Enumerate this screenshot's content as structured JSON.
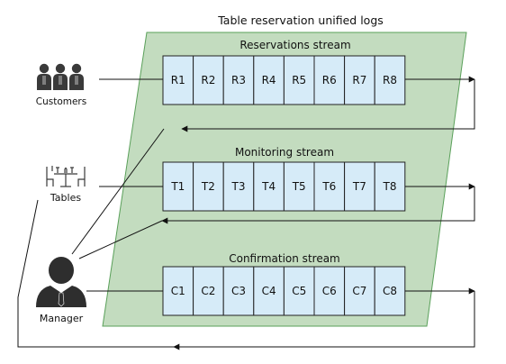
{
  "title": "Table reservation unified logs",
  "streams": [
    {
      "label": "Reservations stream",
      "cells": [
        "R1",
        "R2",
        "R3",
        "R4",
        "R5",
        "R6",
        "R7",
        "R8"
      ]
    },
    {
      "label": "Monitoring stream",
      "cells": [
        "T1",
        "T2",
        "T3",
        "T4",
        "T5",
        "T6",
        "T7",
        "T8"
      ]
    },
    {
      "label": "Confirmation stream",
      "cells": [
        "C1",
        "C2",
        "C3",
        "C4",
        "C5",
        "C6",
        "C7",
        "C8"
      ]
    }
  ],
  "actors": {
    "customers": {
      "label": "Customers",
      "icon": "customers-icon"
    },
    "tables": {
      "label": "Tables",
      "icon": "dining-table-icon"
    },
    "manager": {
      "label": "Manager",
      "icon": "manager-icon"
    }
  },
  "colors": {
    "panel_fill": "#c3dcbf",
    "panel_stroke": "#5aa05a",
    "cell_fill": "#d6ebf8",
    "cell_stroke": "#222222",
    "line": "#111111",
    "icon": "#3a3a3a"
  }
}
